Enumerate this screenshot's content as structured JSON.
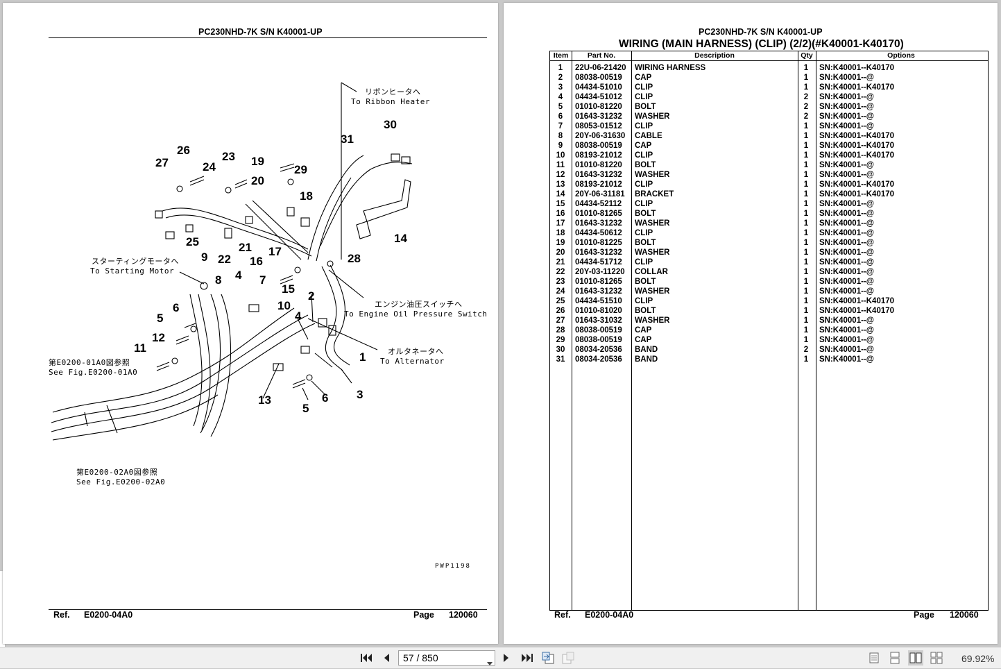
{
  "left_page": {
    "header": "PC230NHD-7K S/N K40001-UP",
    "footer_ref_label": "Ref.",
    "footer_ref": "E0200-04A0",
    "footer_page_label": "Page",
    "footer_page": "120060",
    "figure_code": "PWP1198",
    "notes": {
      "ribbon_jp": "リボンヒータへ",
      "ribbon_en": "To Ribbon Heater",
      "starting_jp": "スターティングモータへ",
      "starting_en": "To Starting Motor",
      "oil_jp": "エンジン油圧スイッチへ",
      "oil_en": "To Engine Oil Pressure Switch",
      "alt_jp": "オルタネータへ",
      "alt_en": "To Alternator",
      "fig01_jp": "第E0200-01A0図参照",
      "fig01_en": "See Fig.E0200-01A0",
      "fig02_jp": "第E0200-02A0図参照",
      "fig02_en": "See Fig.E0200-02A0"
    },
    "callouts": [
      "1",
      "2",
      "3",
      "4",
      "5",
      "6",
      "7",
      "8",
      "9",
      "10",
      "11",
      "12",
      "13",
      "14",
      "15",
      "16",
      "17",
      "18",
      "19",
      "20",
      "21",
      "22",
      "23",
      "24",
      "25",
      "26",
      "27",
      "28",
      "29",
      "30",
      "31",
      "4",
      "5",
      "6"
    ]
  },
  "right_page": {
    "header": "PC230NHD-7K S/N K40001-UP",
    "title": "WIRING (MAIN HARNESS) (CLIP) (2/2)(#K40001-K40170)",
    "columns": [
      "Item",
      "Part No.",
      "Description",
      "Qty",
      "Options"
    ],
    "rows": [
      [
        "1",
        "22U-06-21420",
        "WIRING HARNESS",
        "1",
        "SN:K40001--K40170"
      ],
      [
        "2",
        "08038-00519",
        "CAP",
        "1",
        "SN:K40001--@"
      ],
      [
        "3",
        "04434-51010",
        "CLIP",
        "1",
        "SN:K40001--K40170"
      ],
      [
        "4",
        "04434-51012",
        "CLIP",
        "2",
        "SN:K40001--@"
      ],
      [
        "5",
        "01010-81220",
        "BOLT",
        "2",
        "SN:K40001--@"
      ],
      [
        "6",
        "01643-31232",
        "WASHER",
        "2",
        "SN:K40001--@"
      ],
      [
        "7",
        "08053-01512",
        "CLIP",
        "1",
        "SN:K40001--@"
      ],
      [
        "8",
        "20Y-06-31630",
        "CABLE",
        "1",
        "SN:K40001--K40170"
      ],
      [
        "9",
        "08038-00519",
        "CAP",
        "1",
        "SN:K40001--K40170"
      ],
      [
        "10",
        "08193-21012",
        "CLIP",
        "1",
        "SN:K40001--K40170"
      ],
      [
        "11",
        "01010-81220",
        "BOLT",
        "1",
        "SN:K40001--@"
      ],
      [
        "12",
        "01643-31232",
        "WASHER",
        "1",
        "SN:K40001--@"
      ],
      [
        "13",
        "08193-21012",
        "CLIP",
        "1",
        "SN:K40001--K40170"
      ],
      [
        "14",
        "20Y-06-31181",
        "BRACKET",
        "1",
        "SN:K40001--K40170"
      ],
      [
        "15",
        "04434-52112",
        "CLIP",
        "1",
        "SN:K40001--@"
      ],
      [
        "16",
        "01010-81265",
        "BOLT",
        "1",
        "SN:K40001--@"
      ],
      [
        "17",
        "01643-31232",
        "WASHER",
        "1",
        "SN:K40001--@"
      ],
      [
        "18",
        "04434-50612",
        "CLIP",
        "1",
        "SN:K40001--@"
      ],
      [
        "19",
        "01010-81225",
        "BOLT",
        "1",
        "SN:K40001--@"
      ],
      [
        "20",
        "01643-31232",
        "WASHER",
        "1",
        "SN:K40001--@"
      ],
      [
        "21",
        "04434-51712",
        "CLIP",
        "1",
        "SN:K40001--@"
      ],
      [
        "22",
        "20Y-03-11220",
        "COLLAR",
        "1",
        "SN:K40001--@"
      ],
      [
        "23",
        "01010-81265",
        "BOLT",
        "1",
        "SN:K40001--@"
      ],
      [
        "24",
        "01643-31232",
        "WASHER",
        "1",
        "SN:K40001--@"
      ],
      [
        "25",
        "04434-51510",
        "CLIP",
        "1",
        "SN:K40001--K40170"
      ],
      [
        "26",
        "01010-81020",
        "BOLT",
        "1",
        "SN:K40001--K40170"
      ],
      [
        "27",
        "01643-31032",
        "WASHER",
        "1",
        "SN:K40001--@"
      ],
      [
        "28",
        "08038-00519",
        "CAP",
        "1",
        "SN:K40001--@"
      ],
      [
        "29",
        "08038-00519",
        "CAP",
        "1",
        "SN:K40001--@"
      ],
      [
        "30",
        "08034-20536",
        "BAND",
        "2",
        "SN:K40001--@"
      ],
      [
        "31",
        "08034-20536",
        "BAND",
        "1",
        "SN:K40001--@"
      ]
    ],
    "footer_ref_label": "Ref.",
    "footer_ref": "E0200-04A0",
    "footer_page_label": "Page",
    "footer_page": "120060"
  },
  "toolbar": {
    "page_display": "57 / 850",
    "zoom": "69.92%",
    "icons": [
      "first-page-icon",
      "previous-page-icon",
      "next-page-icon",
      "last-page-icon",
      "go-back-view-icon",
      "go-forward-view-icon",
      "single-page-view-icon",
      "continuous-view-icon",
      "two-page-view-icon",
      "two-page-scroll-view-icon"
    ]
  }
}
